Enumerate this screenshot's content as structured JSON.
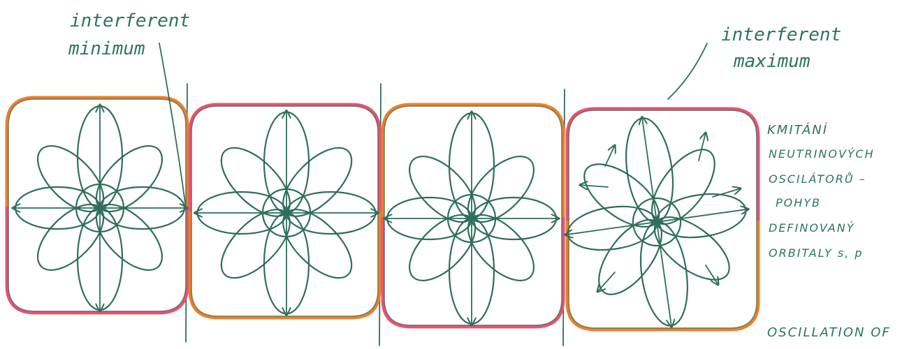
{
  "labels": {
    "minimum": [
      "interferent",
      "minimum"
    ],
    "maximum": [
      "interferent",
      "maximum"
    ]
  },
  "czech_note": [
    "KMITÁNÍ",
    "NEUTRINOVÝCH",
    "OSCILÁTORŮ –",
    "POHYB",
    "DEFINOVANÝ",
    "ORBITALY s, p"
  ],
  "bottom_note": "OSCILLATION OF",
  "colors": {
    "ink": "#2e6e5c",
    "red": "#e65470",
    "orange": "#ec7f2a"
  }
}
